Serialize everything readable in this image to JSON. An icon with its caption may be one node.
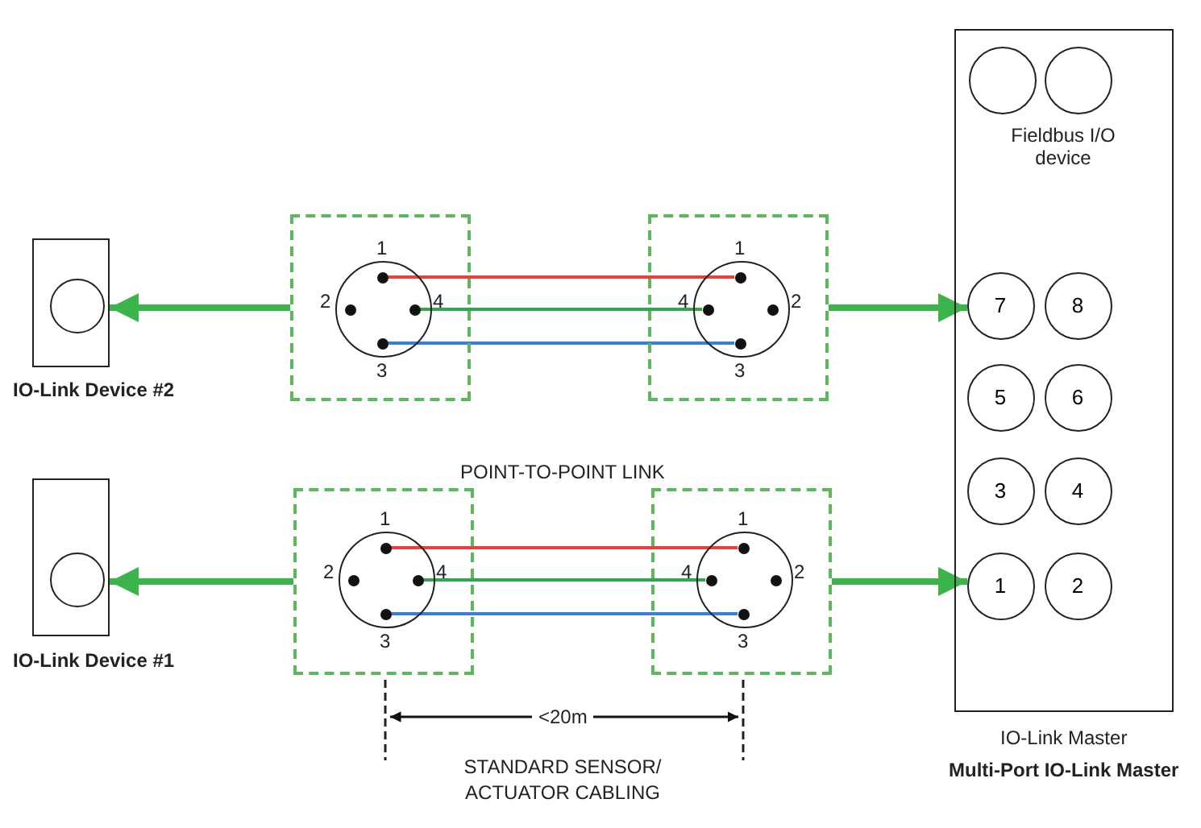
{
  "diagram": {
    "nodes": [
      {
        "text": [
          "Fieldbus I/O device"
        ],
        "beside": [
          "IO-Link Master",
          "Multi-Port IO-Link Master"
        ]
      },
      {
        "text": [],
        "shape": "circle",
        "in": 0
      },
      {
        "text": [],
        "shape": "circle",
        "in": 0
      },
      {
        "text": [
          "7"
        ],
        "in": 0
      },
      {
        "text": [
          "8"
        ],
        "in": 0
      },
      {
        "text": [
          "5"
        ],
        "in": 0
      },
      {
        "text": [
          "6"
        ],
        "in": 0
      },
      {
        "text": [
          "3"
        ],
        "in": 0
      },
      {
        "text": [
          "4"
        ],
        "in": 0
      },
      {
        "text": [
          "1"
        ],
        "in": 0
      },
      {
        "text": [
          "2"
        ],
        "in": 0
      },
      {
        "text": [],
        "shape": "box",
        "beside": [
          "IO-Link Device #2"
        ]
      },
      {
        "text": [],
        "shape": "circle",
        "in": 11
      },
      {
        "text": [],
        "shape": "box"
      },
      {
        "text": [],
        "shape": "circle",
        "in": 13
      },
      {
        "text": [],
        "shape": "circle",
        "in": 14,
        "beside": [
          "1"
        ]
      },
      {
        "text": [],
        "shape": "circle",
        "in": 14,
        "beside": [
          "2"
        ]
      },
      {
        "text": [],
        "shape": "circle",
        "in": 14,
        "beside": [
          "4"
        ]
      },
      {
        "text": [],
        "shape": "circle",
        "in": 14,
        "beside": [
          "3"
        ]
      },
      {
        "text": [],
        "shape": "box"
      },
      {
        "text": [],
        "shape": "circle",
        "in": 19
      },
      {
        "text": [],
        "shape": "circle",
        "in": 20,
        "beside": [
          "1"
        ]
      },
      {
        "text": [],
        "shape": "circle",
        "in": 20,
        "beside": [
          "4"
        ]
      },
      {
        "text": [],
        "shape": "circle",
        "in": 20,
        "beside": [
          "2"
        ]
      },
      {
        "text": [],
        "shape": "circle",
        "in": 20,
        "beside": [
          "3"
        ]
      },
      {
        "text": [],
        "shape": "box",
        "beside": [
          "IO-Link Device #1"
        ]
      },
      {
        "text": [],
        "shape": "circle",
        "in": 25
      },
      {
        "text": [],
        "shape": "box"
      },
      {
        "text": [],
        "shape": "circle",
        "in": 27
      },
      {
        "text": [],
        "shape": "circle",
        "in": 28,
        "beside": [
          "1"
        ]
      },
      {
        "text": [],
        "shape": "circle",
        "in": 28,
        "beside": [
          "2"
        ]
      },
      {
        "text": [],
        "shape": "circle",
        "in": 28,
        "beside": [
          "4"
        ]
      },
      {
        "text": [],
        "shape": "circle",
        "in": 28,
        "beside": [
          "3"
        ]
      },
      {
        "text": [],
        "shape": "box"
      },
      {
        "text": [],
        "shape": "circle",
        "in": 33
      },
      {
        "text": [],
        "shape": "circle",
        "in": 34,
        "beside": [
          "1"
        ]
      },
      {
        "text": [],
        "shape": "circle",
        "in": 34,
        "beside": [
          "4"
        ]
      },
      {
        "text": [],
        "shape": "circle",
        "in": 34,
        "beside": [
          "2"
        ]
      },
      {
        "text": [],
        "shape": "circle",
        "in": 34,
        "beside": [
          "3"
        ]
      }
    ],
    "edges": [
      {
        "from": 13,
        "to": 11,
        "arrow": "to",
        "style": "thick",
        "color": "#3cb44b"
      },
      {
        "from": 19,
        "to": 3,
        "arrow": "to",
        "style": "thick",
        "color": "#3cb44b"
      },
      {
        "from": 15,
        "to": 21,
        "arrow": "none",
        "color": "#e8413c"
      },
      {
        "from": 17,
        "to": 22,
        "arrow": "none",
        "color": "#2ea84f"
      },
      {
        "from": 18,
        "to": 24,
        "arrow": "none",
        "color": "#3b7fd0"
      },
      {
        "from": 27,
        "to": 25,
        "arrow": "to",
        "style": "thick",
        "color": "#3cb44b"
      },
      {
        "from": 33,
        "to": 9,
        "arrow": "to",
        "style": "thick",
        "color": "#3cb44b"
      },
      {
        "from": 29,
        "to": 35,
        "arrow": "none",
        "color": "#e8413c"
      },
      {
        "from": 31,
        "to": 36,
        "arrow": "none",
        "color": "#2ea84f"
      },
      {
        "from": 32,
        "to": 38,
        "arrow": "none",
        "color": "#3b7fd0"
      }
    ],
    "labels": [
      "POINT-TO-POINT LINK",
      "<20m",
      "STANDARD SENSOR/ ACTUATOR CABLING"
    ]
  }
}
